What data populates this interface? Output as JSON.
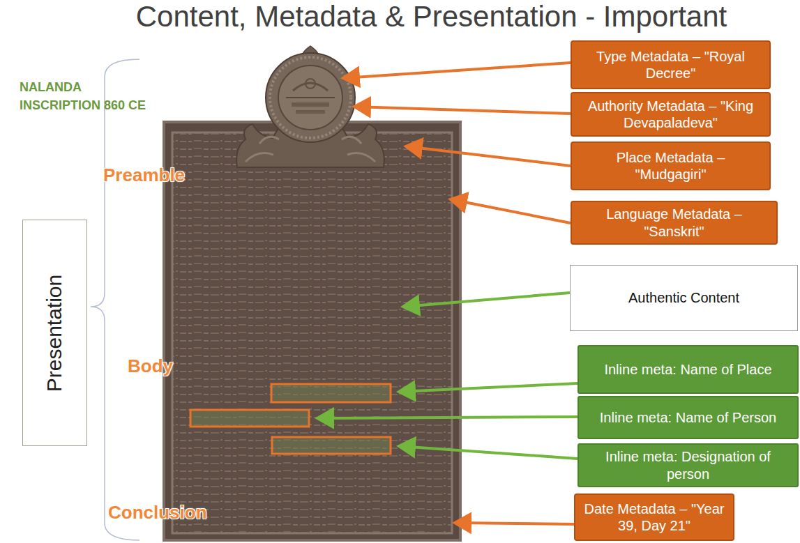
{
  "diagram": {
    "title": "Content, Metadata & Presentation - Important",
    "nodes": [
      {
        "text": [
          "Presentation"
        ]
      },
      {
        "text": [
          "Type Metadata – \"Royal Decree\""
        ]
      },
      {
        "text": [
          "Authority Metadata – \"King Devapaladeva\""
        ]
      },
      {
        "text": [
          "Place Metadata – \"Mudgagiri\""
        ]
      },
      {
        "text": [
          "Language Metadata – \"Sanskrit\""
        ]
      },
      {
        "text": [
          "Authentic Content"
        ]
      },
      {
        "text": [
          "Inline meta: Name of Place"
        ]
      },
      {
        "text": [
          "Inline meta: Name of Person"
        ]
      },
      {
        "text": [
          "Inline meta: Designation of person"
        ]
      },
      {
        "text": [
          "Date Metadata – \"Year 39, Day 21\""
        ]
      }
    ],
    "labels": [
      "NALANDA INSCRIPTION 860 CE",
      "Preamble",
      "Body",
      "Conclusion"
    ]
  }
}
